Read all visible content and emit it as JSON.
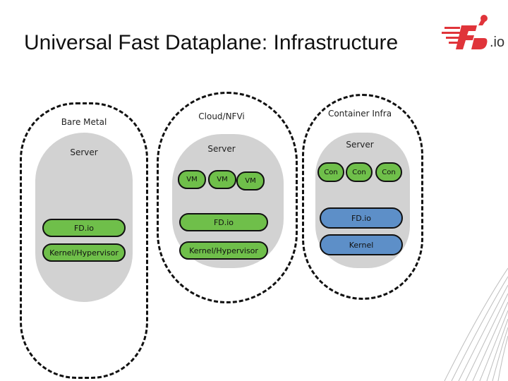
{
  "slide": {
    "title": "Universal Fast Dataplane: Infrastructure",
    "logo_text": ".io",
    "accent_color": "#e0343a"
  },
  "columns": {
    "bare_metal": {
      "heading": "Bare Metal",
      "server": "Server",
      "fdio": "FD.io",
      "kernel": "Kernel/Hypervisor"
    },
    "cloud": {
      "heading": "Cloud/NFVi",
      "server": "Server",
      "vms": [
        "VM",
        "VM",
        "VM"
      ],
      "fdio": "FD.io",
      "kernel": "Kernel/Hypervisor"
    },
    "container": {
      "heading": "Container Infra",
      "server": "Server",
      "cons": [
        "Con",
        "Con",
        "Con"
      ],
      "fdio": "FD.io",
      "kernel": "Kernel"
    }
  },
  "colors": {
    "green": "#6fbf4a",
    "blue": "#5d8fc8",
    "gray": "#d2d2d2"
  }
}
